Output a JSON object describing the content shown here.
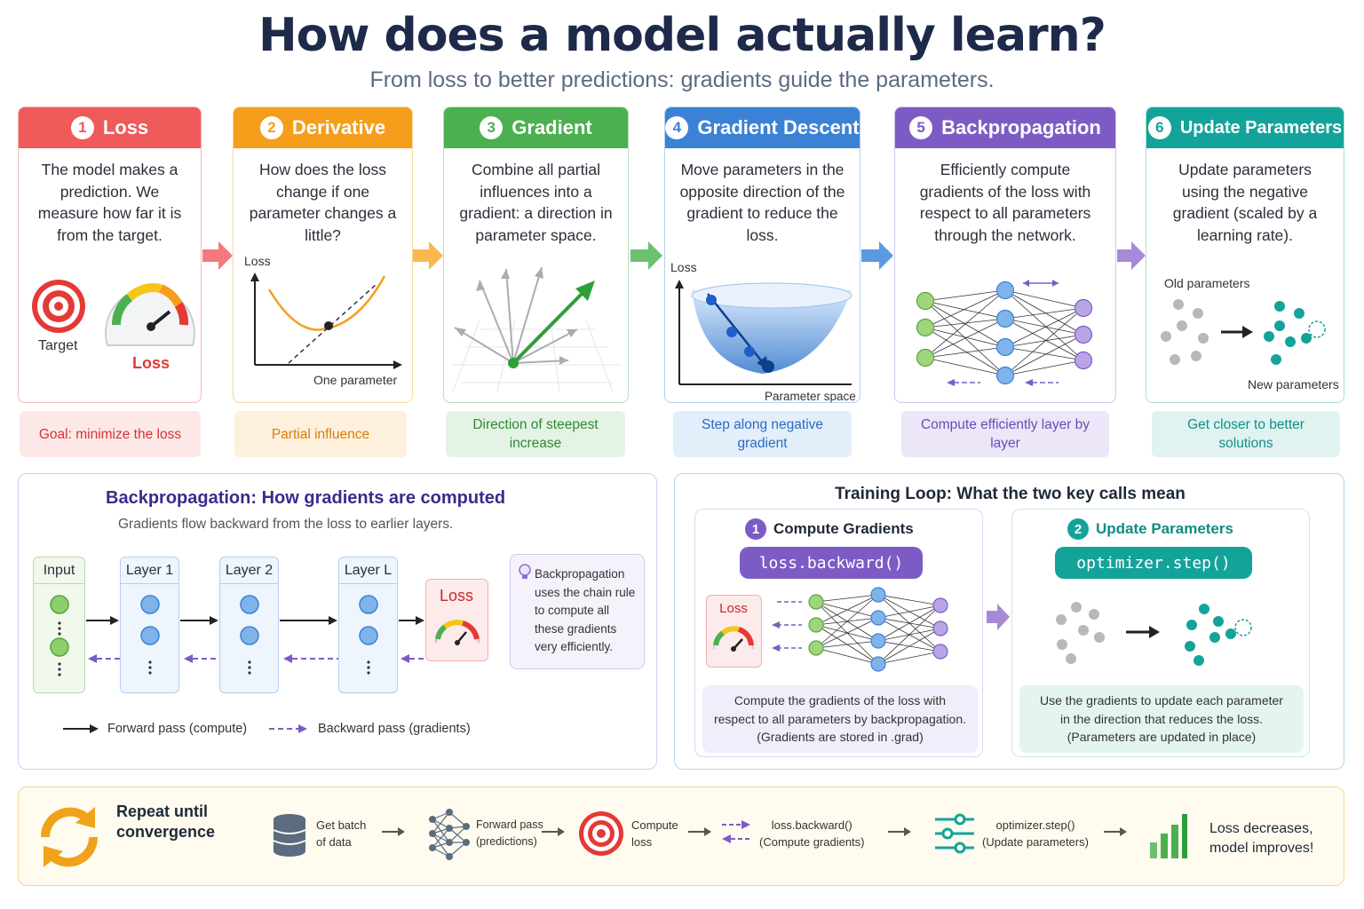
{
  "header": {
    "title": "How does a model actually learn?",
    "subtitle": "From loss to better predictions: gradients guide the parameters."
  },
  "colors": {
    "loss": "#ef5a5a",
    "derivative": "#f59e1b",
    "gradient": "#4caf50",
    "descent": "#3b82d6",
    "backprop": "#7c5cc4",
    "update": "#14a39a"
  },
  "cards": [
    {
      "num": "1",
      "title": "Loss",
      "text": "The model makes a prediction. We measure how far it is from the target.",
      "pill": "Goal: minimize the loss",
      "labels": {
        "target": "Target",
        "loss": "Loss"
      }
    },
    {
      "num": "2",
      "title": "Derivative",
      "text": "How does the loss change if one parameter changes a little?",
      "pill": "Partial influence",
      "labels": {
        "y": "Loss",
        "x": "One parameter"
      }
    },
    {
      "num": "3",
      "title": "Gradient",
      "text": "Combine all partial influences into a gradient: a direction in parameter space.",
      "pill": "Direction of steepest increase"
    },
    {
      "num": "4",
      "title": "Gradient Descent",
      "text": "Move parameters in the opposite direction of the gradient to reduce the loss.",
      "pill": "Step along negative gradient",
      "labels": {
        "y": "Loss",
        "x": "Parameter space"
      }
    },
    {
      "num": "5",
      "title": "Backpropagation",
      "text": "Efficiently compute gradients of the loss with respect to all parameters through the network.",
      "pill": "Compute efficiently layer by layer"
    },
    {
      "num": "6",
      "title": "Update Parameters",
      "text": "Update parameters using the negative gradient (scaled by a learning rate).",
      "pill": "Get closer to better solutions",
      "labels": {
        "old": "Old parameters",
        "new": "New parameters"
      }
    }
  ],
  "backprop_panel": {
    "title": "Backpropagation: How gradients are computed",
    "subtitle": "Gradients flow backward from the loss to earlier layers.",
    "layers": [
      "Input",
      "Layer 1",
      "Layer 2",
      "Layer L"
    ],
    "loss": "Loss",
    "note": "Backpropagation uses the chain rule to compute all these gradients very efficiently.",
    "legend_forward": "Forward pass (compute)",
    "legend_backward": "Backward pass (gradients)"
  },
  "training_panel": {
    "title": "Training Loop: What the two key calls mean",
    "compute": {
      "num": "1",
      "title": "Compute Gradients",
      "code": "loss.backward()",
      "loss": "Loss",
      "desc": [
        "Compute the gradients of the loss with",
        "respect to all parameters by backpropagation.",
        "(Gradients are stored in .grad)"
      ]
    },
    "update": {
      "num": "2",
      "title": "Update Parameters",
      "code": "optimizer.step()",
      "desc": [
        "Use the gradients to update each parameter",
        "in the direction that reduces the loss.",
        "(Parameters are updated in place)"
      ]
    }
  },
  "loop": {
    "title": "Repeat until convergence",
    "steps": [
      {
        "l1": "Get batch",
        "l2": "of data"
      },
      {
        "l1": "Forward pass",
        "l2": "(predictions)"
      },
      {
        "l1": "Compute",
        "l2": "loss"
      },
      {
        "l1": "loss.backward()",
        "l2": "(Compute gradients)"
      },
      {
        "l1": "optimizer.step()",
        "l2": "(Update parameters)"
      }
    ],
    "result": "Loss decreases, model improves!"
  }
}
